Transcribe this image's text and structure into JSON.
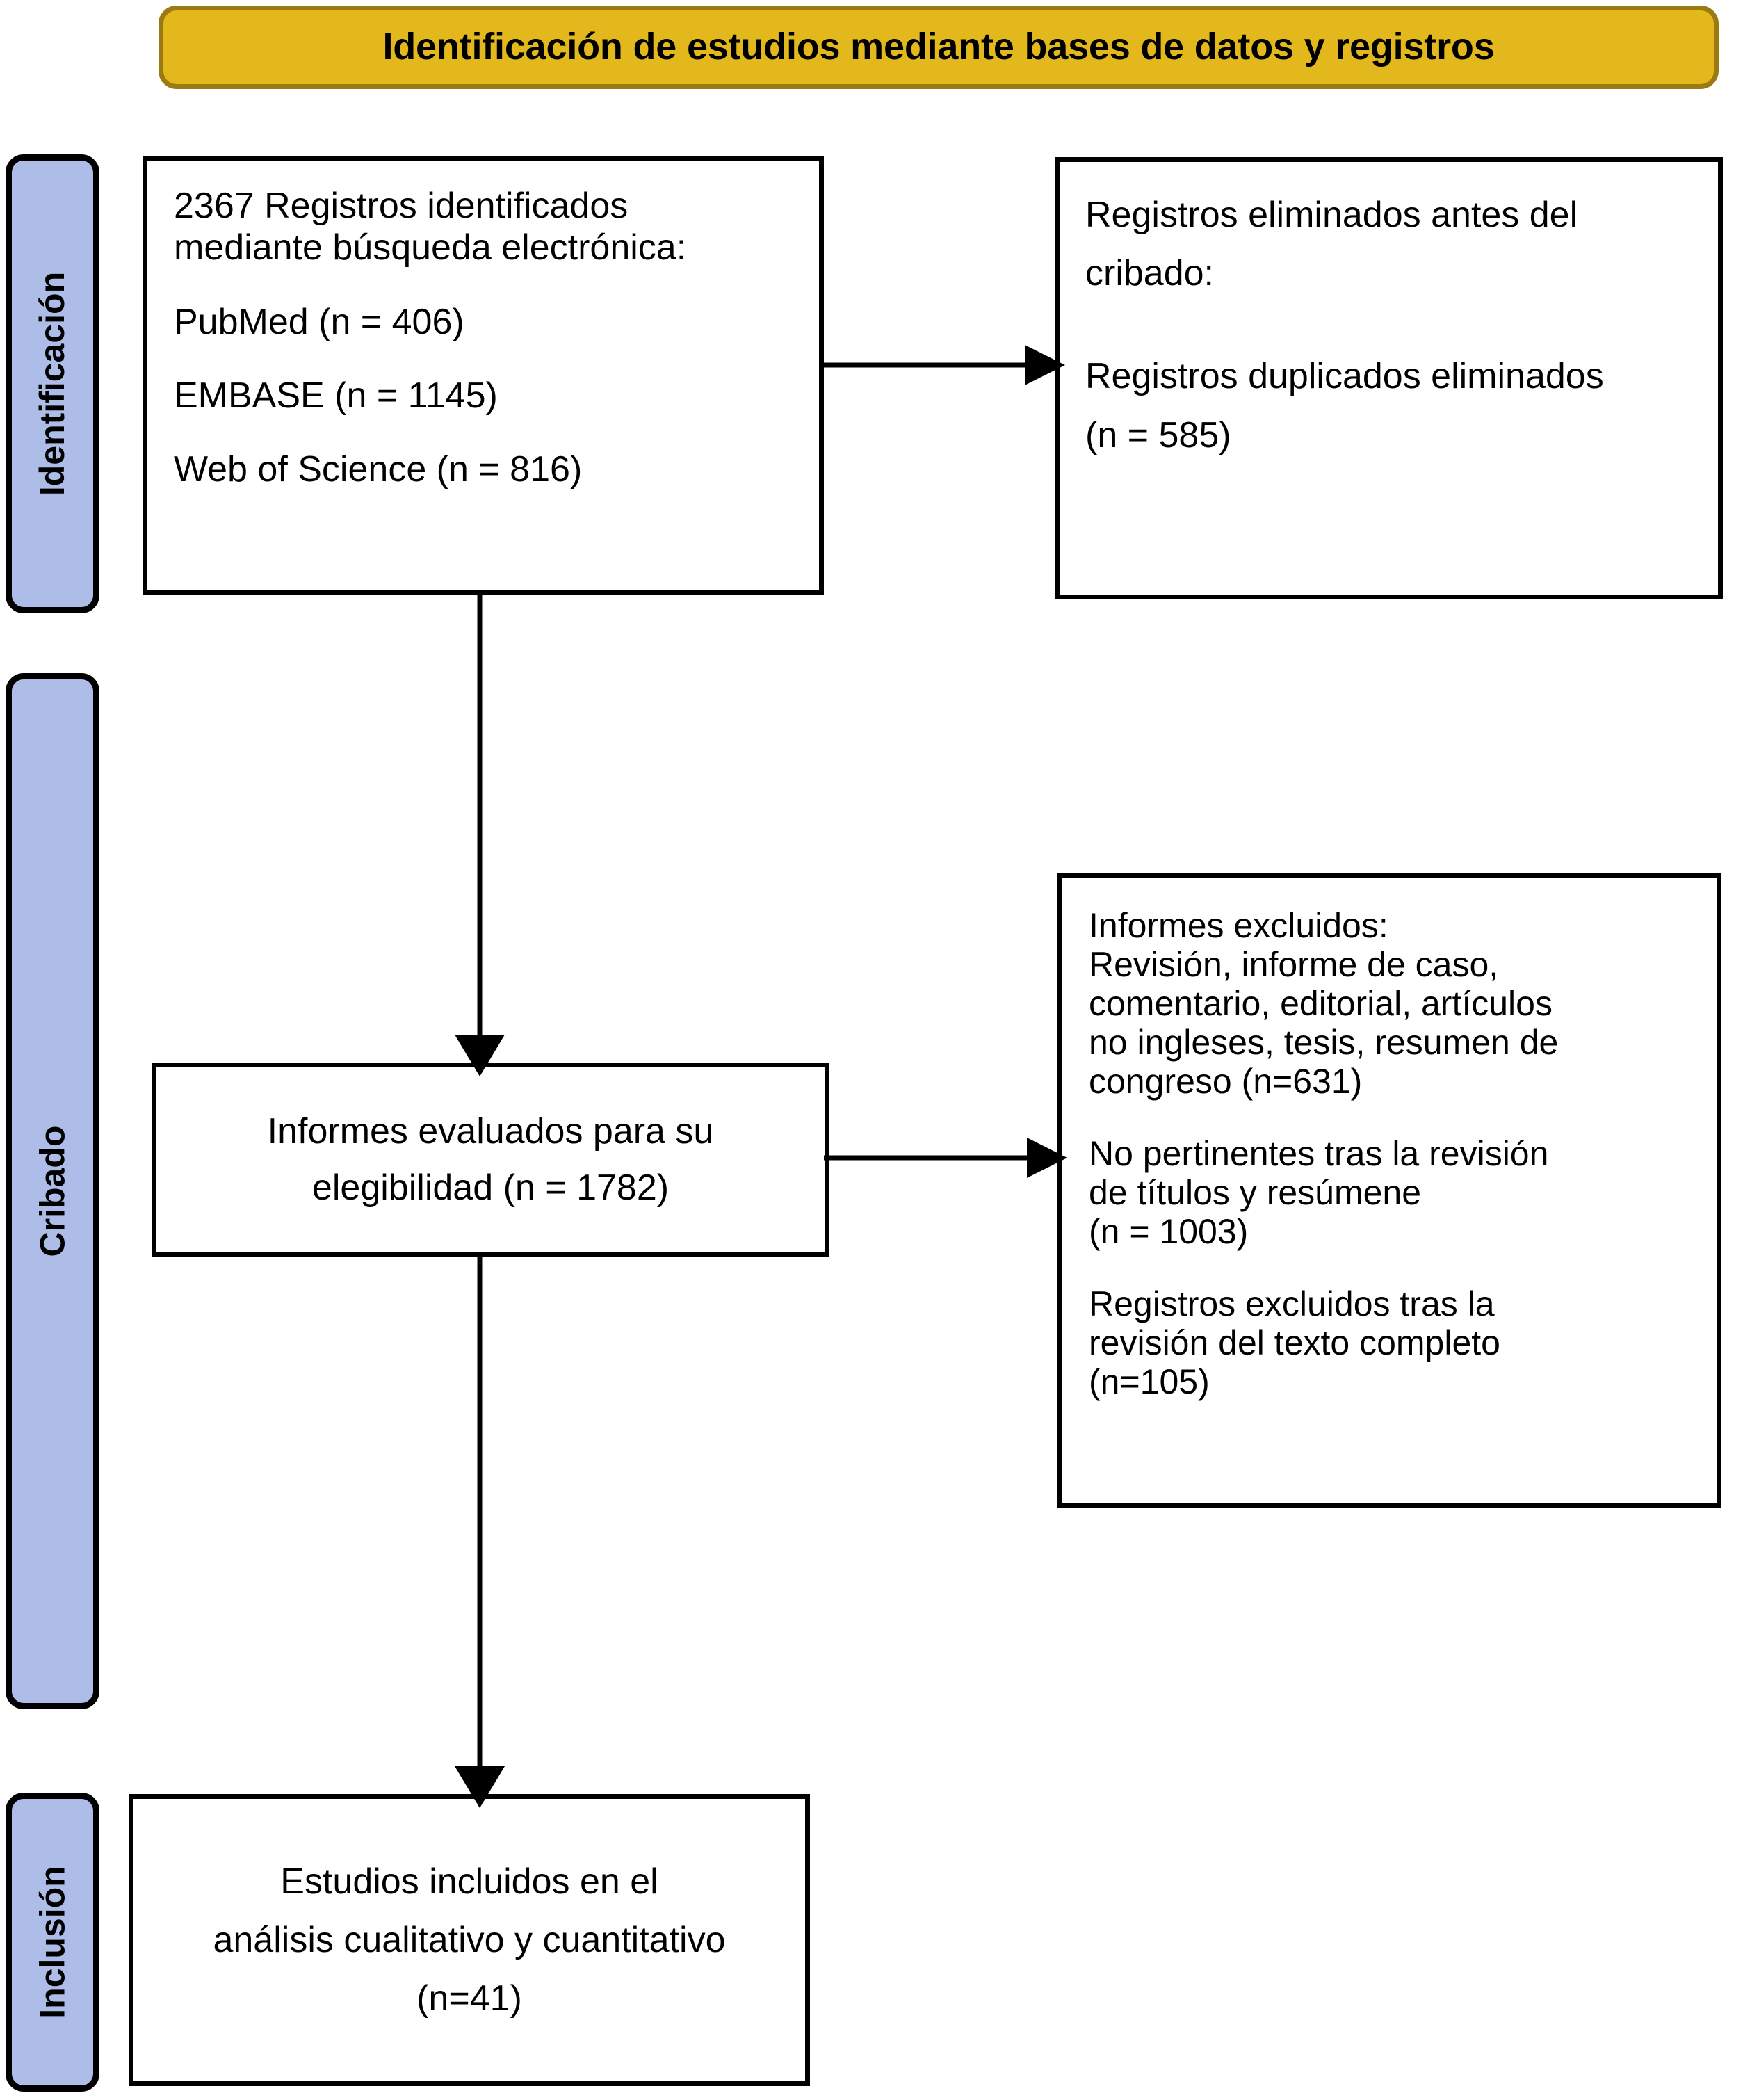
{
  "header": {
    "title": "Identificación de estudios mediante bases de datos y registros",
    "background_color": "#e2b81c",
    "border_color": "#9c7a12"
  },
  "stage_labels": {
    "background_color": "#aebde8",
    "border_color": "#000000",
    "items": [
      {
        "id": "identificacion",
        "label": "Identificación"
      },
      {
        "id": "cribado",
        "label": "Cribado"
      },
      {
        "id": "inclusion",
        "label": "Inclusión"
      }
    ]
  },
  "boxes": {
    "identified": {
      "line1": "2367 Registros identificados",
      "line2": "mediante búsqueda electrónica:",
      "line3": "PubMed (n = 406)",
      "line4": "EMBASE (n = 1145)",
      "line5": "Web of Science (n = 816)"
    },
    "removed": {
      "line1": "Registros eliminados antes del",
      "line2": "cribado:",
      "line3": "Registros duplicados eliminados",
      "line4": "(n = 585)"
    },
    "assessed": {
      "line1": "Informes evaluados para su",
      "line2": "elegibilidad (n = 1782)"
    },
    "excluded": {
      "line1": "Informes excluidos:",
      "line2": "Revisión, informe de caso,",
      "line3": "comentario, editorial, artículos",
      "line4": "no ingleses, tesis, resumen de",
      "line5": "congreso (n=631)",
      "line6": "No pertinentes tras la revisión",
      "line7": "de títulos y resúmene",
      "line8": " (n = 1003)",
      "line9": "Registros excluidos tras la",
      "line10": "revisión del texto completo",
      "line11": "(n=105)"
    },
    "included": {
      "line1": "Estudios incluidos en el",
      "line2": "análisis cualitativo y cuantitativo",
      "line3": "(n=41)"
    }
  },
  "flow_counts": {
    "records_identified_total": 2367,
    "pubmed": 406,
    "embase": 1145,
    "web_of_science": 816,
    "duplicates_removed": 585,
    "reports_assessed": 1782,
    "excluded_publication_type": 631,
    "excluded_title_abstract": 1003,
    "excluded_full_text": 105,
    "studies_included": 41
  }
}
